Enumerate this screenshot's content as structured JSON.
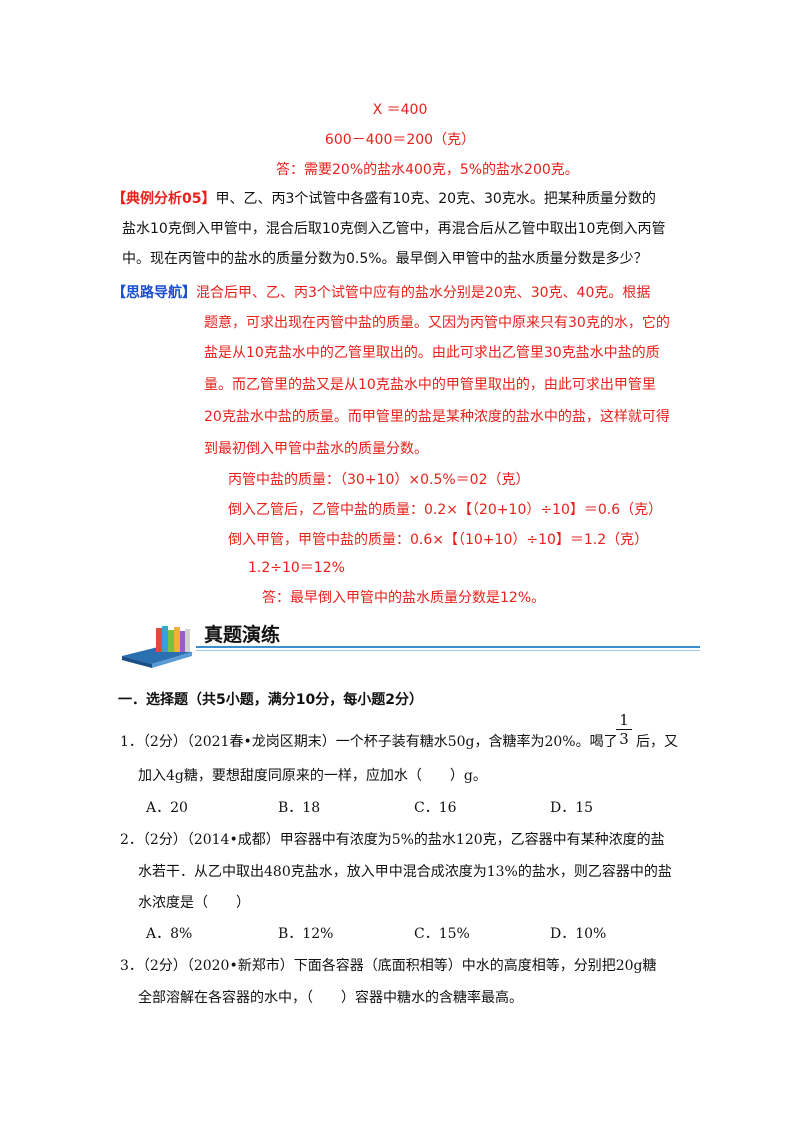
{
  "solution_tail": {
    "line1": "X ＝400",
    "line2": "600－400＝200（克）",
    "line3": "答：需要20%的盐水400克，5%的盐水200克。"
  },
  "example": {
    "tag": "【典例分析05】",
    "line1": "甲、乙、丙3个试管中各盛有10克、20克、30克水。把某种质量分数的",
    "line2": "盐水10克倒入甲管中，混合后取10克倒入乙管中，再混合后从乙管中取出10克倒入丙管",
    "line3": "中。现在丙管中的盐水的质量分数为0.5%。最早倒入甲管中的盐水质量分数是多少？"
  },
  "guide": {
    "tag": "【思路导航】",
    "lines": [
      "混合后甲、乙、丙3个试管中应有的盐水分别是20克、30克、40克。根据",
      "题意，可求出现在丙管中盐的质量。又因为丙管中原来只有30克的水，它的",
      "盐是从10克盐水中的乙管里取出的。由此可求出乙管里30克盐水中盐的质",
      "量。而乙管里的盐又是从10克盐水中的甲管里取出的，由此可求出甲管里",
      "20克盐水中盐的质量。而甲管里的盐是某种浓度的盐水中的盐，这样就可得",
      "到最初倒入甲管中盐水的质量分数。"
    ],
    "calc1": "丙管中盐的质量：（30+10）×0.5%＝02（克）",
    "calc2": "倒入乙管后，乙管中盐的质量：0.2×【（20+10）÷10】＝0.6（克）",
    "calc3": "倒入甲管，甲管中盐的质量：0.6×【（10+10）÷10】＝1.2（克）",
    "calc4": "1.2÷10＝12%",
    "answer": "答：最早倒入甲管中的盐水质量分数是12%。"
  },
  "section": {
    "title": "真题演练",
    "part_heading": "一．选择题（共5小题，满分10分，每小题2分）"
  },
  "questions": [
    {
      "line1": "1．（2分）（2021春•龙岗区期末）一个杯子装有糖水50g，含糖率为20%。喝了",
      "frac_num": "1",
      "frac_den": "3",
      "line1_tail": "后，又",
      "line2": "加入4g糖，要想甜度同原来的一样，应加水（　　）g。",
      "options": [
        "A．20",
        "B．18",
        "C．16",
        "D．15"
      ]
    },
    {
      "line1": "2．（2分）（2014•成都）甲容器中有浓度为5%的盐水120克，乙容器中有某种浓度的盐",
      "line2": "水若干．从乙中取出480克盐水，放入甲中混合成浓度为13%的盐水，则乙容器中的盐",
      "line3": "水浓度是（　　）",
      "options": [
        "A．8%",
        "B．12%",
        "C．15%",
        "D．10%"
      ]
    },
    {
      "line1": "3．（2分）（2020•新郑市）下面各容器（底面积相等）中水的高度相等，分别把20g糖",
      "line2": "全部溶解在各容器的水中，（　　）容器中糖水的含糖率最高。"
    }
  ]
}
